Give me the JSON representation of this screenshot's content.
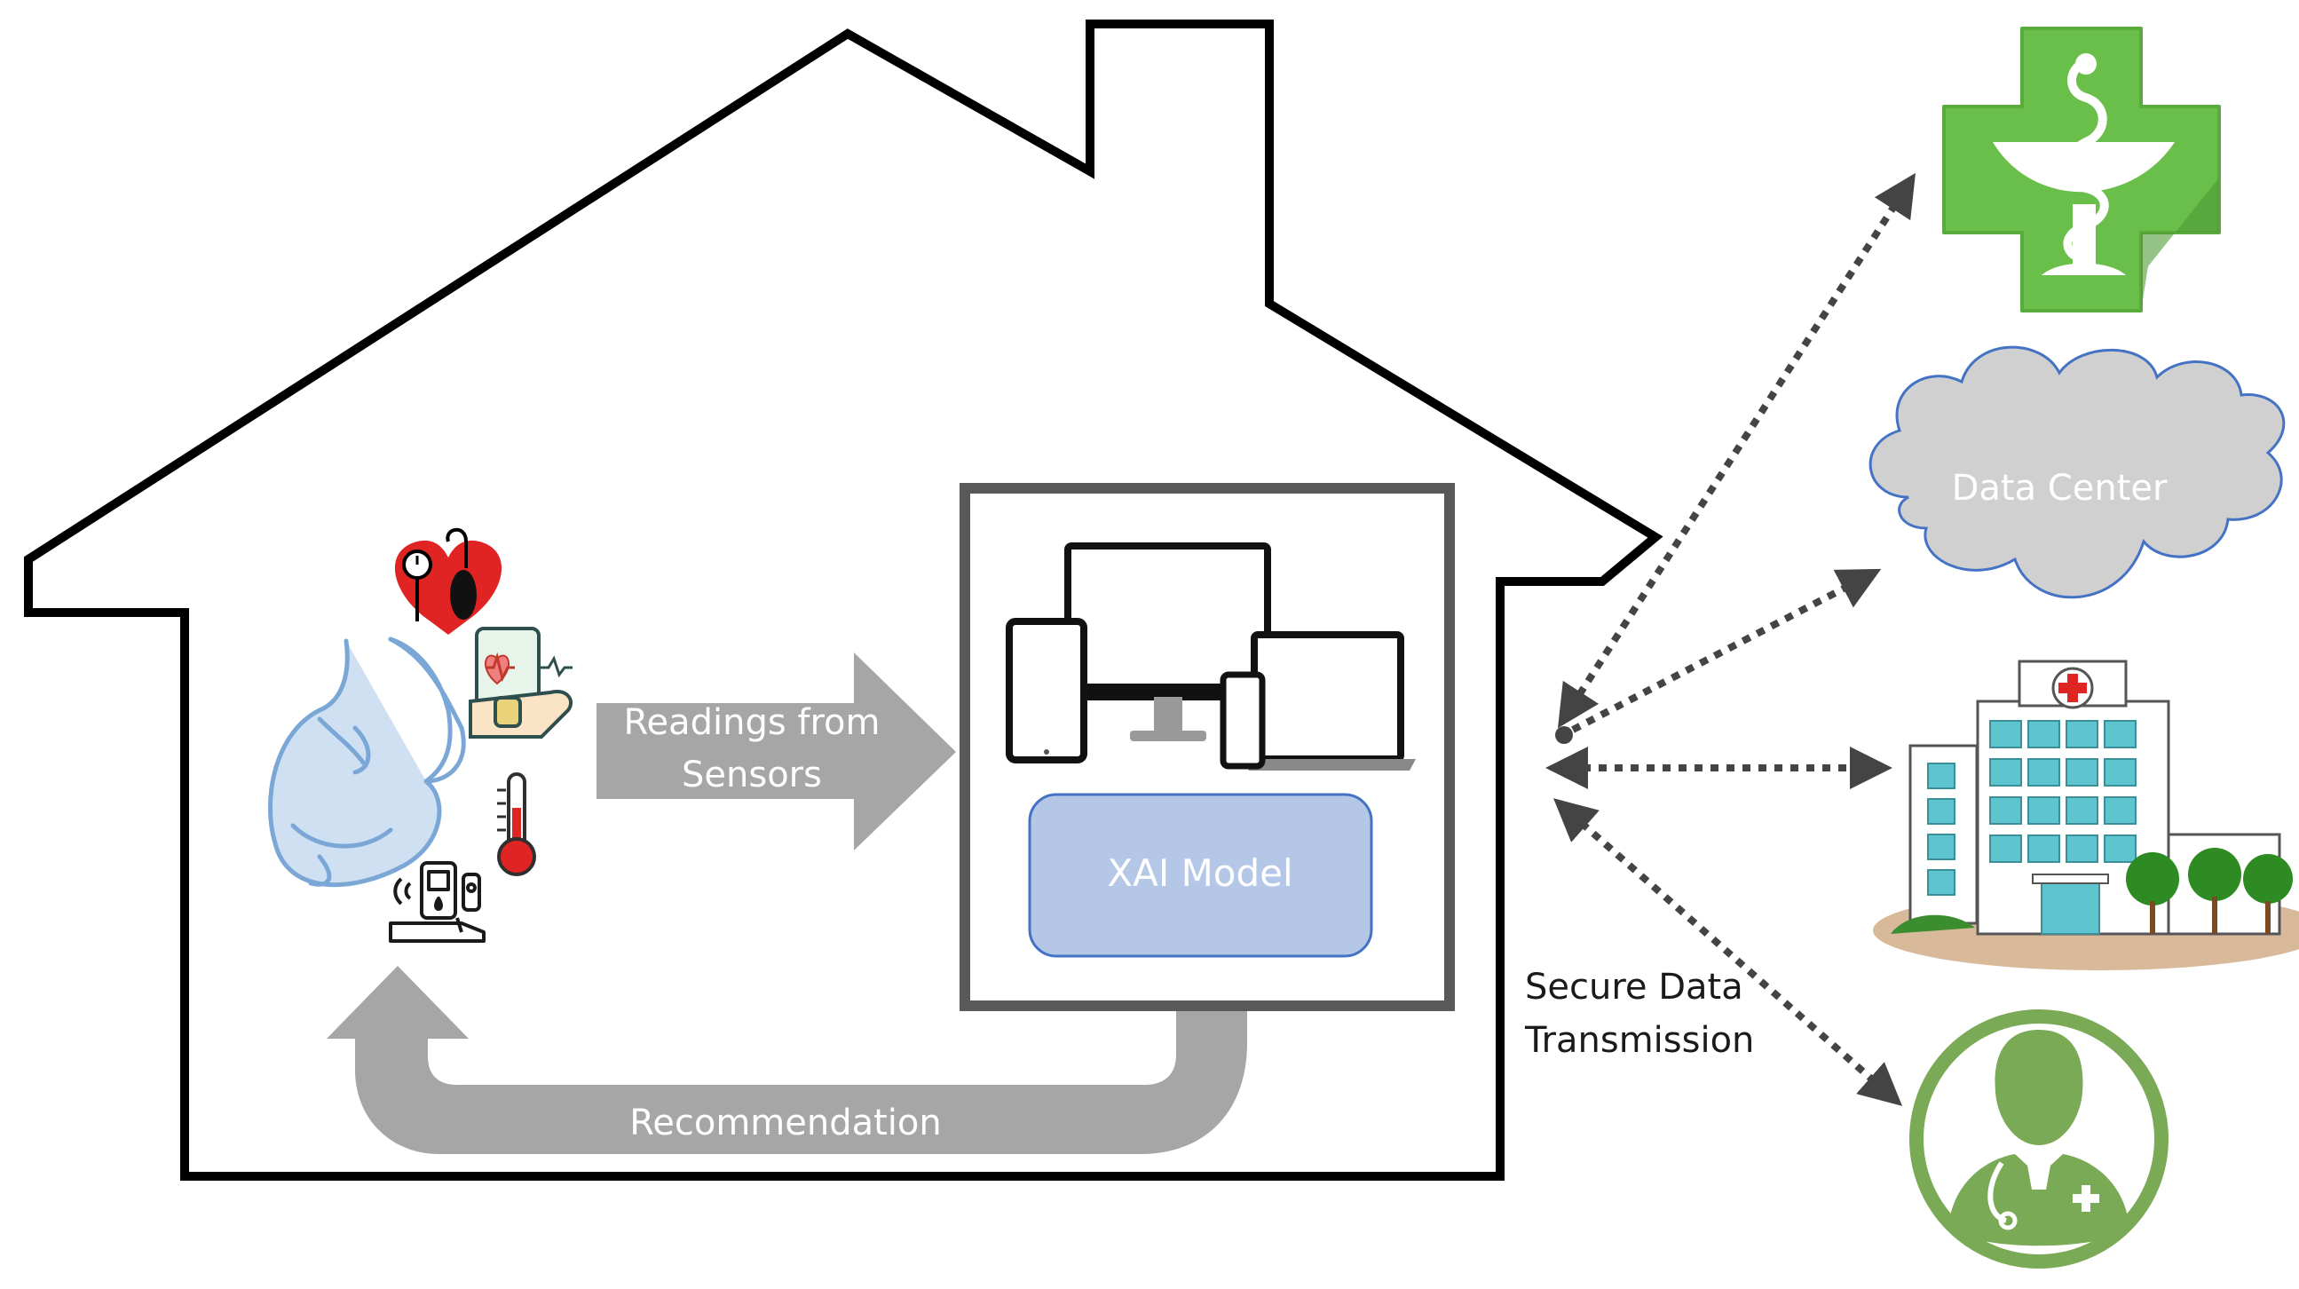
{
  "labels": {
    "readings_line1": "Readings from",
    "readings_line2": "Sensors",
    "xai_model": "XAI Model",
    "recommendation": "Recommendation",
    "data_center": "Data Center",
    "secure_line1": "Secure Data",
    "secure_line2": "Transmission"
  },
  "icons": {
    "sensors": [
      "heart-pressure-icon",
      "wearable-ecg-icon",
      "thermometer-icon",
      "glucose-meter-icon"
    ],
    "patient": "pregnant-woman-icon",
    "devices": "devices-icon",
    "destinations": [
      "pharmacy-icon",
      "cloud-icon",
      "hospital-icon",
      "doctor-icon"
    ]
  },
  "colors": {
    "house_outline": "#000000",
    "arrow_gray": "#a6a6a6",
    "xai_box_fill": "#b4c7e7",
    "xai_box_stroke": "#4472c4",
    "device_frame": "#595959",
    "cloud_fill": "#d0d0d0",
    "cloud_stroke": "#4472c4",
    "pharmacy_green": "#6abf4b",
    "doctor_green": "#7aaa55",
    "pregnant_blue": "#7ba7d6",
    "dotted_line": "#444444"
  }
}
